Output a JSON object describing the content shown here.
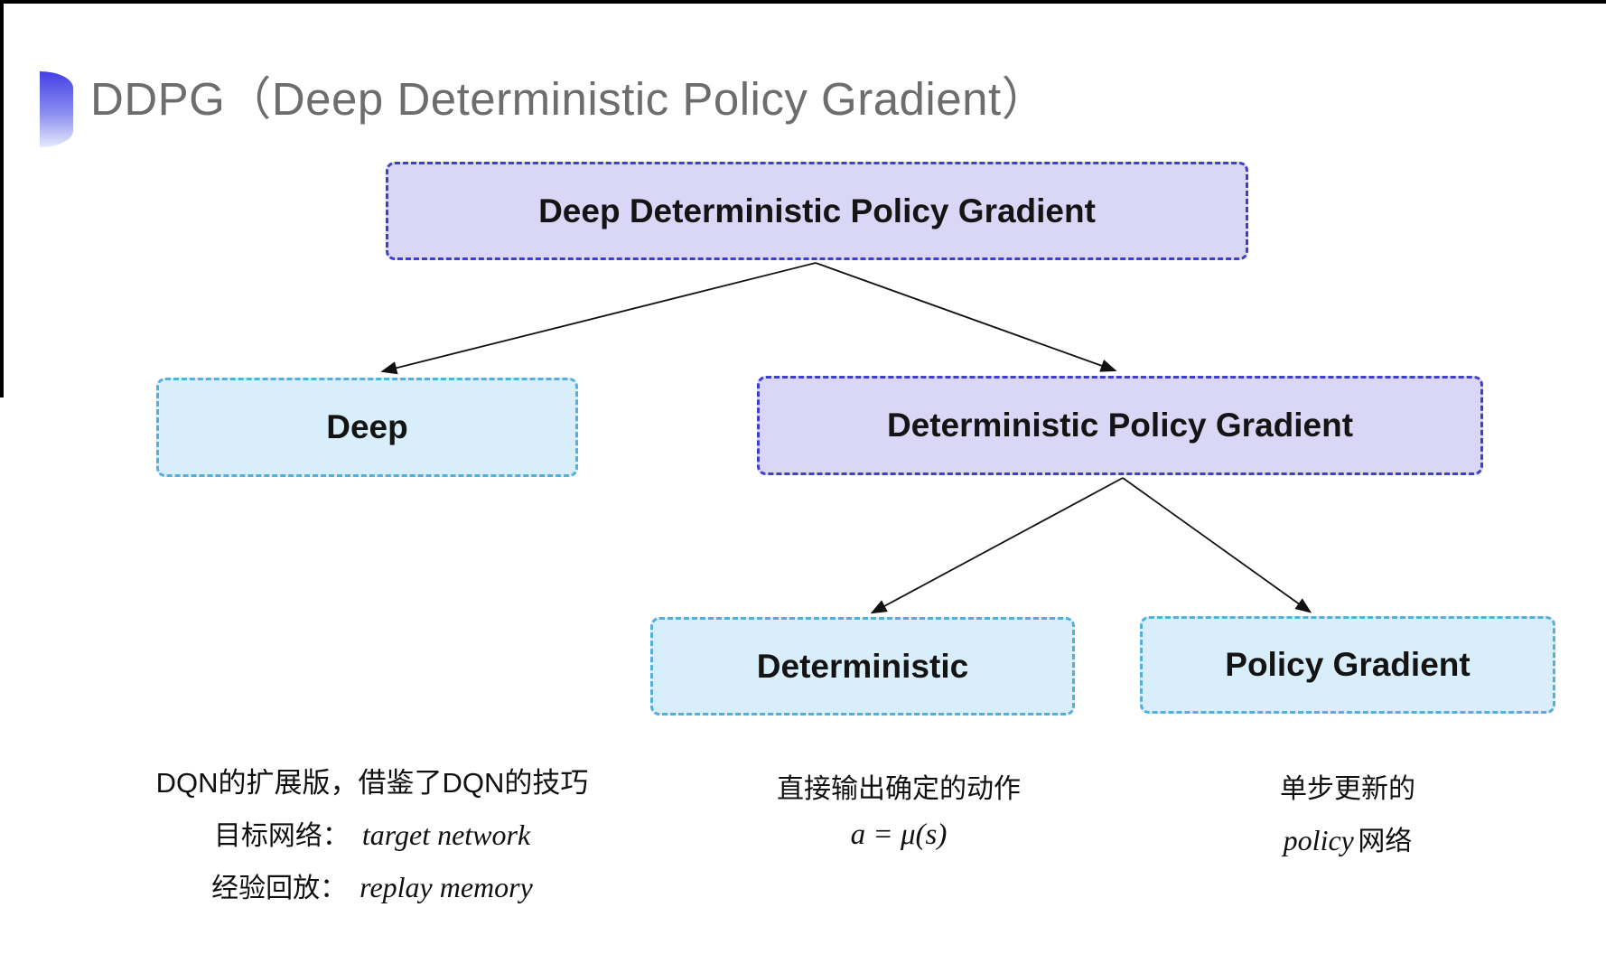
{
  "page": {
    "background": "#ffffff",
    "top_edge_color": "#000000",
    "left_edge_color": "#000000"
  },
  "header": {
    "title": "DDPG（Deep Deterministic Policy Gradient）",
    "title_color": "#6d6d6d",
    "bullet_gradient": [
      "#4340e4",
      "#e6eafc"
    ]
  },
  "diagram": {
    "colors": {
      "purple_fill": "#dad6f6",
      "purple_border": "#3e3ecf",
      "cyan_fill": "#d8eefa",
      "cyan_border": "#54aede",
      "arrow": "#111111"
    },
    "nodes": [
      {
        "id": "ddpg",
        "label": "Deep Deterministic Policy Gradient",
        "variant": "purple"
      },
      {
        "id": "deep",
        "label": "Deep",
        "variant": "cyan"
      },
      {
        "id": "dpg",
        "label": "Deterministic Policy Gradient",
        "variant": "purple"
      },
      {
        "id": "deterministic",
        "label": "Deterministic",
        "variant": "cyan"
      },
      {
        "id": "policy_gradient",
        "label": "Policy Gradient",
        "variant": "cyan"
      }
    ],
    "edges": [
      {
        "from": "ddpg",
        "to": "deep"
      },
      {
        "from": "ddpg",
        "to": "dpg"
      },
      {
        "from": "dpg",
        "to": "deterministic"
      },
      {
        "from": "dpg",
        "to": "policy_gradient"
      }
    ]
  },
  "annotations": {
    "deep_notes": {
      "line1": "DQN的扩展版，借鉴了DQN的技巧",
      "line2_label": "目标网络：",
      "line2_term": "target network",
      "line3_label": "经验回放：",
      "line3_term": "replay memory"
    },
    "deterministic_notes": {
      "line1": "直接输出确定的动作",
      "formula": "a = μ(s)"
    },
    "policy_gradient_notes": {
      "line1": "单步更新的",
      "line2_term": "policy",
      "line2_label": "网络"
    }
  }
}
